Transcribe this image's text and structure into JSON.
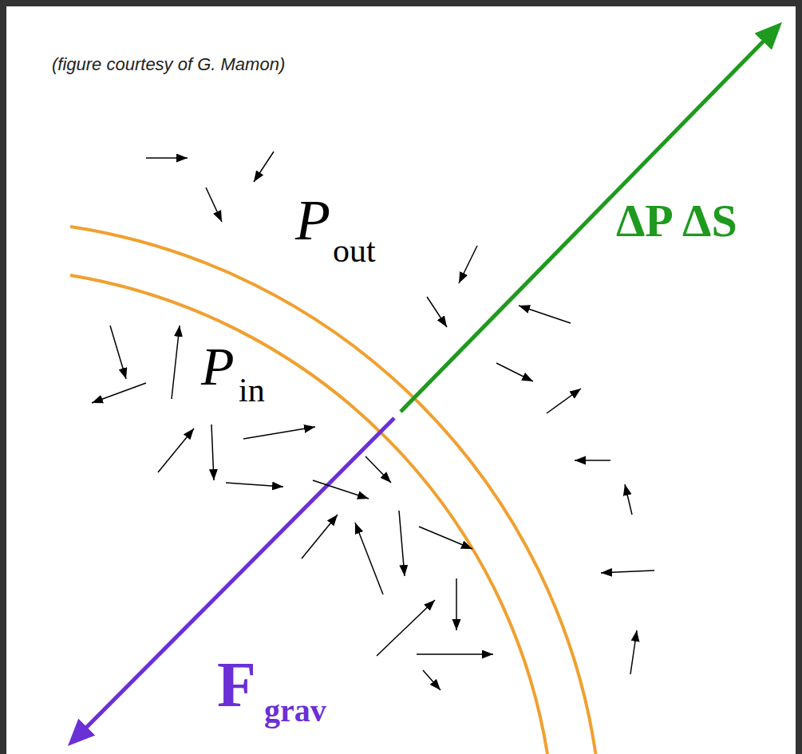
{
  "diagram": {
    "caption": "(figure courtesy of G. Mamon)",
    "labels": [
      "P",
      "out",
      "ΔP ΔS",
      "P",
      "in",
      "F",
      "grav"
    ]
  }
}
